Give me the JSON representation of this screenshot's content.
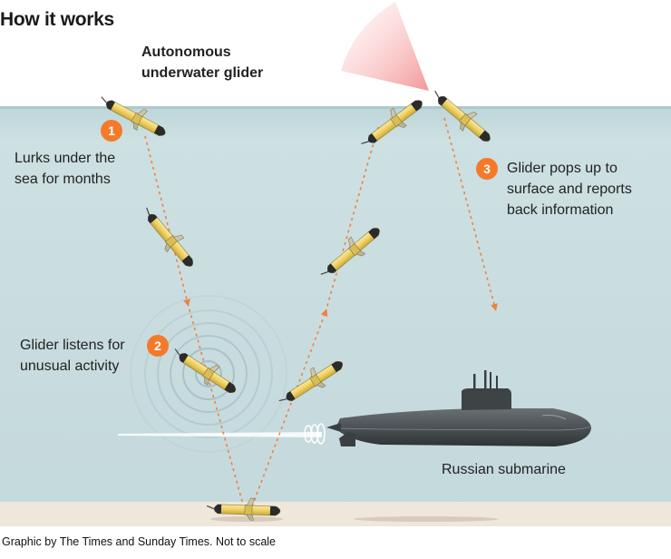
{
  "header": {
    "title": "How it works"
  },
  "labels": {
    "glider_title": [
      "Autonomous",
      "underwater glider"
    ],
    "lurks": [
      "Lurks under the",
      "sea for months"
    ],
    "listens": [
      "Glider listens for",
      "unusual activity"
    ],
    "pops_up": [
      "Glider pops up to",
      "surface and reports",
      "back information"
    ],
    "submarine": "Russian submarine"
  },
  "steps": [
    "1",
    "2",
    "3"
  ],
  "footer": {
    "credit": "Graphic by The Times and Sunday Times. Not to scale"
  },
  "colors": {
    "sea": "#c9dde0",
    "seabed": "#efe6dc",
    "glider_body": "#f2d66a",
    "glider_dark": "#2b2b2b",
    "path": "#f08040",
    "badge": "#f47a2a",
    "submarine": "#4a4f52",
    "signal_beam": "#f6b5b5"
  }
}
